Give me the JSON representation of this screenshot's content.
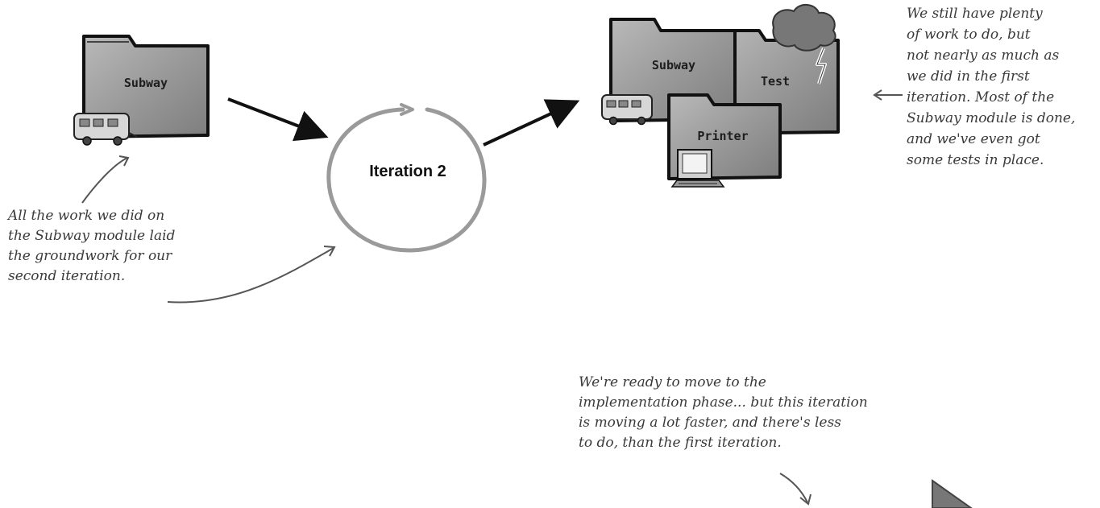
{
  "folders": {
    "subway_before": "Subway",
    "subway_after": "Subway",
    "test": "Test",
    "printer": "Printer"
  },
  "iteration": {
    "label": "Iteration 2"
  },
  "notes": {
    "left": "All the work we did on\nthe Subway module laid\nthe groundwork for our\nsecond iteration.",
    "right": "We still have plenty\nof work to do, but\nnot nearly as much as\nwe did in the first\niteration. Most of the\nSubway module is done,\nand we've even got\nsome tests in place.",
    "bottom": "We're ready to move to the\nimplementation phase... but this iteration\nis moving a lot faster, and there's less\nto do, than the first iteration."
  }
}
